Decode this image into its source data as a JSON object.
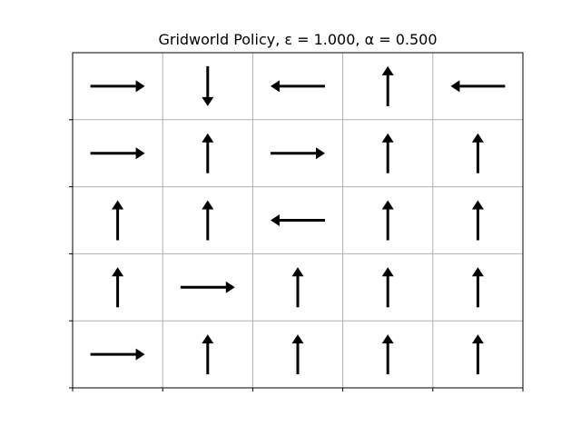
{
  "figure": {
    "title": "Gridworld Policy, ε = 1.000, α = 0.500"
  },
  "chart_data": {
    "type": "heatmap",
    "title": "Gridworld Policy, ε = 1.000, α = 0.500",
    "xlabel": "",
    "ylabel": "",
    "grid": true,
    "rows": 5,
    "cols": 5,
    "policy": [
      [
        "right",
        "down",
        "left",
        "up",
        "left"
      ],
      [
        "right",
        "up",
        "right",
        "up",
        "up"
      ],
      [
        "up",
        "up",
        "left",
        "up",
        "up"
      ],
      [
        "up",
        "right",
        "up",
        "up",
        "up"
      ],
      [
        "right",
        "up",
        "up",
        "up",
        "up"
      ]
    ],
    "tick_labels": {
      "x": [],
      "y": []
    },
    "colors": {
      "arrow": "#000000",
      "grid": "#b0b0b0",
      "frame": "#000000"
    }
  }
}
